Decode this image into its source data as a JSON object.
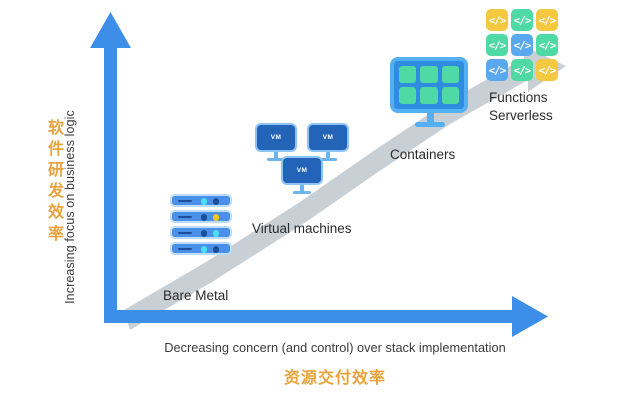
{
  "diagram": {
    "title_implicit": "Compute abstraction evolution",
    "background_color": "#ffffff",
    "axis_color": "#4a90e8",
    "band_color": "#c5ccd3",
    "accent_orange": "#e8a33d"
  },
  "y_axis": {
    "label_en": "Increasing focus on business logic",
    "label_cn_chars": [
      "软",
      "件",
      "研",
      "发",
      "效",
      "率"
    ],
    "label_cn": "软件研发效率",
    "direction": "up",
    "arrow_icon": "arrow-up-icon"
  },
  "x_axis": {
    "label_en": "Decreasing concern (and control) over stack implementation",
    "label_cn": "资源交付效率",
    "direction": "right",
    "arrow_icon": "arrow-right-icon"
  },
  "trend_band": {
    "icon": "diagonal-arrow-icon",
    "direction": "up-right",
    "color": "#c5ccd3"
  },
  "stages": [
    {
      "id": "bare-metal",
      "label": "Bare Metal",
      "icon": "server-rack-icon",
      "position_index": 0,
      "servers": [
        {
          "dash_color": "#1b4f96",
          "dot1_color": "#49e0f0",
          "dot2_color": "#1b4f96"
        },
        {
          "dash_color": "#1b4f96",
          "dot1_color": "#1b4f96",
          "dot2_color": "#f5c518"
        },
        {
          "dash_color": "#1b4f96",
          "dot1_color": "#1b4f96",
          "dot2_color": "#49e0f0"
        },
        {
          "dash_color": "#1b4f96",
          "dot1_color": "#49e0f0",
          "dot2_color": "#1b4f96"
        }
      ]
    },
    {
      "id": "virtual-machines",
      "label": "Virtual machines",
      "icon": "monitor-vm-icon",
      "position_index": 1,
      "monitors": [
        {
          "text": "VM"
        },
        {
          "text": "VM"
        },
        {
          "text": "VM"
        }
      ]
    },
    {
      "id": "containers",
      "label": "Containers",
      "icon": "monitor-grid-icon",
      "position_index": 2,
      "cell_count": 6,
      "cell_color": "#4fd9a4"
    },
    {
      "id": "functions-serverless",
      "label_line1": "Functions",
      "label_line2": "Serverless",
      "icon": "code-tile-grid-icon",
      "position_index": 3,
      "tile_glyph": "</>",
      "tiles": [
        {
          "color": "#f5c842"
        },
        {
          "color": "#4fd9a4"
        },
        {
          "color": "#f5c842"
        },
        {
          "color": "#4fd9a4"
        },
        {
          "color": "#5aa9ee"
        },
        {
          "color": "#4fd9a4"
        },
        {
          "color": "#5aa9ee"
        },
        {
          "color": "#4fd9a4"
        },
        {
          "color": "#f5c842"
        }
      ]
    }
  ]
}
